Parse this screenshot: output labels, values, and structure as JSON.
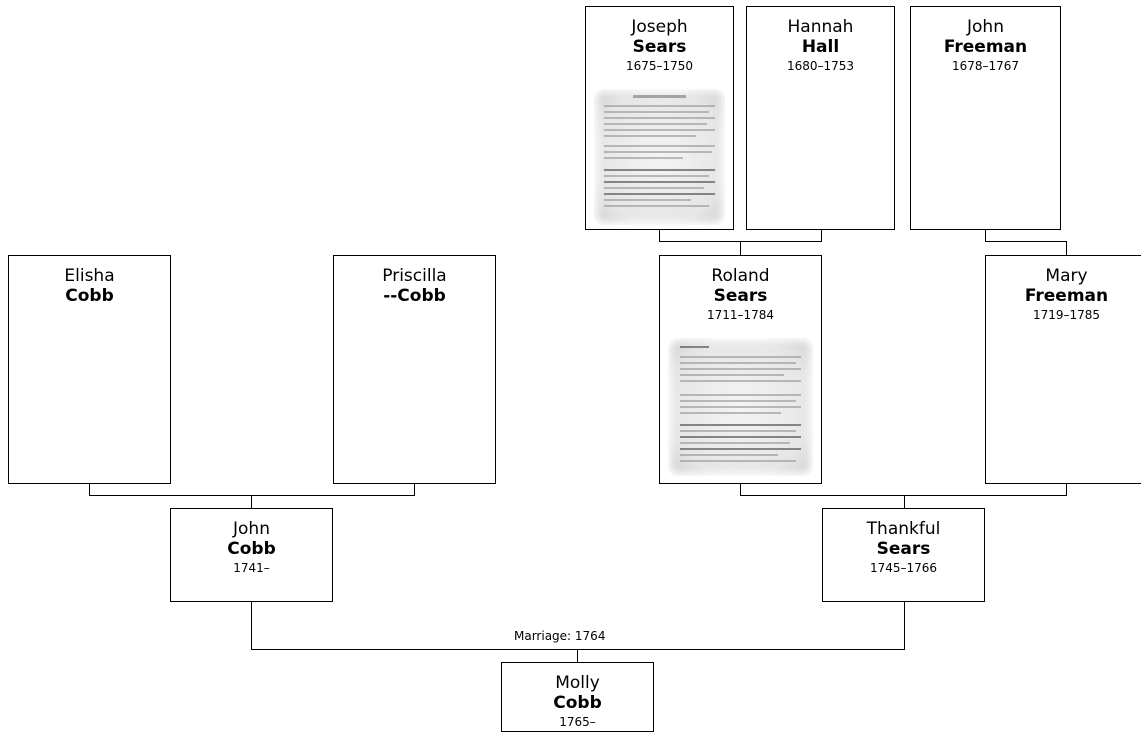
{
  "people": {
    "joseph": {
      "given": "Joseph",
      "surname": "Sears",
      "dates": "1675–1750"
    },
    "hannah": {
      "given": "Hannah",
      "surname": "Hall",
      "dates": "1680–1753"
    },
    "john_freeman": {
      "given": "John",
      "surname": "Freeman",
      "dates": "1678–1767"
    },
    "elisha": {
      "given": "Elisha",
      "surname": "Cobb",
      "dates": ""
    },
    "priscilla": {
      "given": "Priscilla",
      "surname": "--Cobb",
      "dates": ""
    },
    "roland": {
      "given": "Roland",
      "surname": "Sears",
      "dates": "1711–1784"
    },
    "mary": {
      "given": "Mary",
      "surname": "Freeman",
      "dates": "1719–1785"
    },
    "john_cobb": {
      "given": "John",
      "surname": "Cobb",
      "dates": "1741–"
    },
    "thankful": {
      "given": "Thankful",
      "surname": "Sears",
      "dates": "1745–1766"
    },
    "molly": {
      "given": "Molly",
      "surname": "Cobb",
      "dates": "1765–"
    }
  },
  "marriage_label": "Marriage: 1764"
}
